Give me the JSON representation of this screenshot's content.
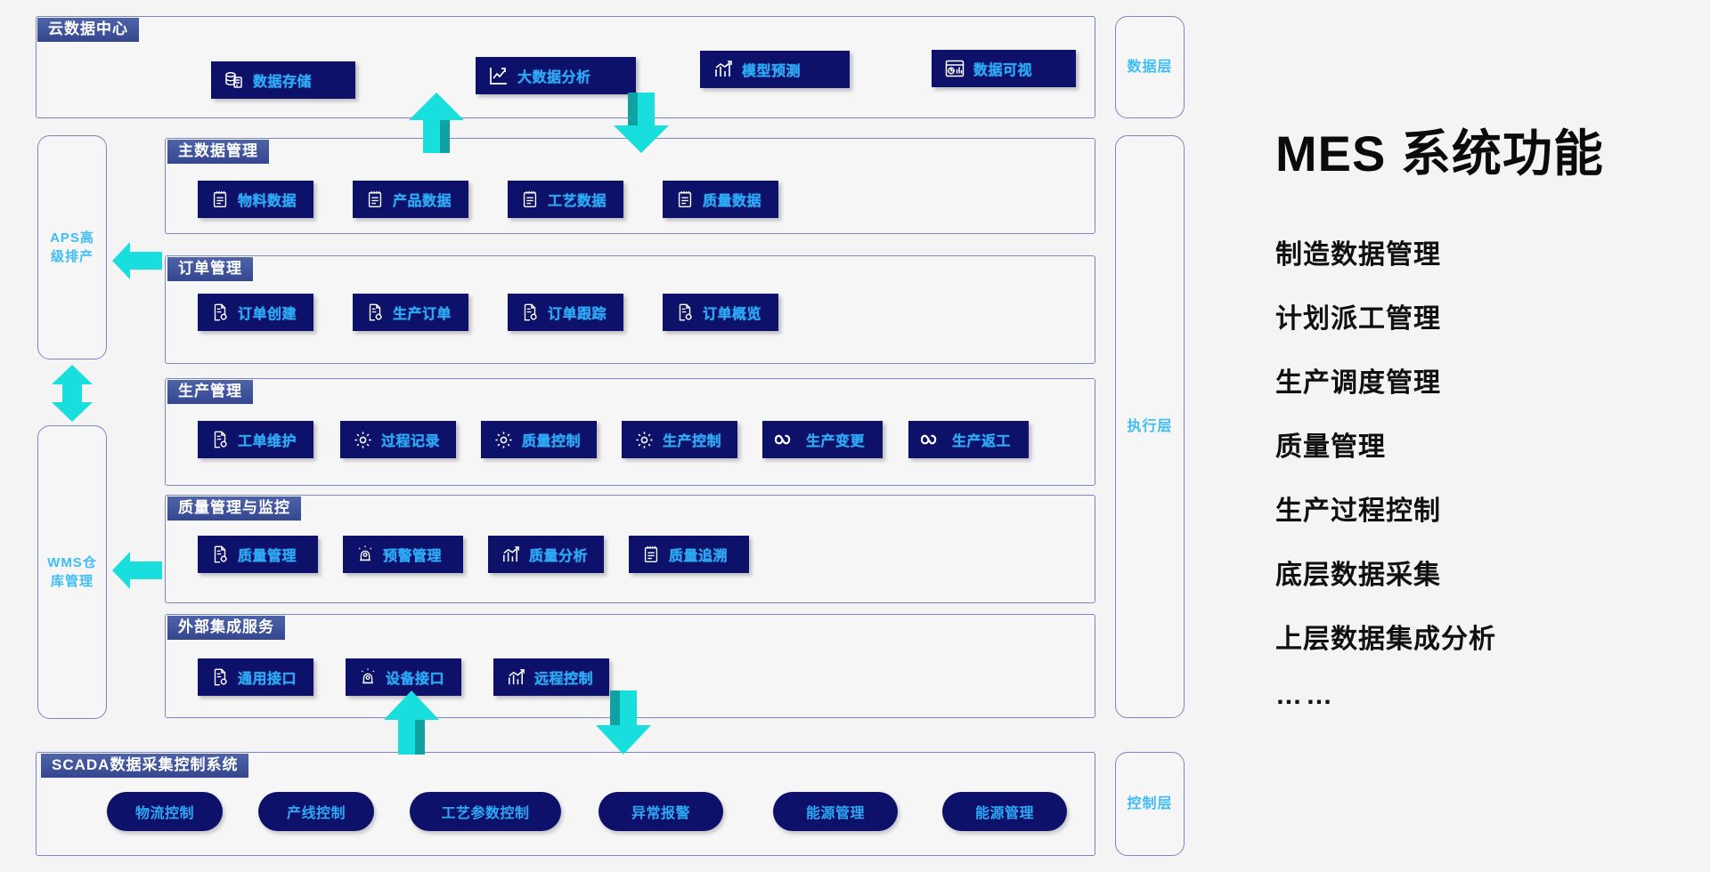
{
  "colors": {
    "button_bg": "#0d1169",
    "button_text": "#2da8f5",
    "banner_bg": "#3d4f96",
    "panel_border": "#7b87c4",
    "arrow_cyan": "#1fe5e5",
    "arrow_teal": "#15a0a0",
    "page_bg": "#f4f4f5"
  },
  "sections": {
    "cloud": {
      "title": "云数据中心",
      "buttons": [
        {
          "label": "数据存储",
          "icon": "database-icon"
        },
        {
          "label": "大数据分析",
          "icon": "chart-line-icon"
        },
        {
          "label": "模型预测",
          "icon": "bar-chart-trend-icon"
        },
        {
          "label": "数据可视",
          "icon": "dashboard-icon"
        }
      ]
    },
    "master_data": {
      "title": "主数据管理",
      "buttons": [
        {
          "label": "物料数据",
          "icon": "notepad-icon"
        },
        {
          "label": "产品数据",
          "icon": "notepad-icon"
        },
        {
          "label": "工艺数据",
          "icon": "notepad-icon"
        },
        {
          "label": "质量数据",
          "icon": "notepad-icon"
        }
      ]
    },
    "order": {
      "title": "订单管理",
      "buttons": [
        {
          "label": "订单创建",
          "icon": "document-gear-icon"
        },
        {
          "label": "生产订单",
          "icon": "document-gear-icon"
        },
        {
          "label": "订单跟踪",
          "icon": "document-gear-icon"
        },
        {
          "label": "订单概览",
          "icon": "document-gear-icon"
        }
      ]
    },
    "production": {
      "title": "生产管理",
      "buttons": [
        {
          "label": "工单维护",
          "icon": "document-gear-icon"
        },
        {
          "label": "过程记录",
          "icon": "gear-icon"
        },
        {
          "label": "质量控制",
          "icon": "gear-icon"
        },
        {
          "label": "生产控制",
          "icon": "gear-icon"
        },
        {
          "label": "生产变更",
          "icon": "infinity-icon"
        },
        {
          "label": "生产返工",
          "icon": "infinity-icon"
        }
      ]
    },
    "quality": {
      "title": "质量管理与监控",
      "buttons": [
        {
          "label": "质量管理",
          "icon": "document-gear-icon"
        },
        {
          "label": "预警管理",
          "icon": "alarm-light-icon"
        },
        {
          "label": "质量分析",
          "icon": "bar-chart-trend-icon"
        },
        {
          "label": "质量追溯",
          "icon": "notepad-icon"
        }
      ]
    },
    "integration": {
      "title": "外部集成服务",
      "buttons": [
        {
          "label": "通用接口",
          "icon": "document-gear-icon"
        },
        {
          "label": "设备接口",
          "icon": "alarm-light-icon"
        },
        {
          "label": "远程控制",
          "icon": "bar-chart-trend-icon"
        }
      ]
    },
    "scada": {
      "title": "SCADA数据采集控制系统",
      "buttons": [
        {
          "label": "物流控制"
        },
        {
          "label": "产线控制"
        },
        {
          "label": "工艺参数控制"
        },
        {
          "label": "异常报警"
        },
        {
          "label": "能源管理"
        },
        {
          "label": "能源管理"
        }
      ]
    }
  },
  "layers": {
    "data": "数据层",
    "execution": "执行层",
    "control": "控制层"
  },
  "side_systems": {
    "aps": "APS高\n级排产",
    "wms": "WMS仓\n库管理"
  },
  "info": {
    "title": "MES 系统功能",
    "features": [
      "制造数据管理",
      "计划派工管理",
      "生产调度管理",
      "质量管理",
      "生产过程控制",
      "底层数据采集",
      "上层数据集成分析",
      "……"
    ]
  }
}
